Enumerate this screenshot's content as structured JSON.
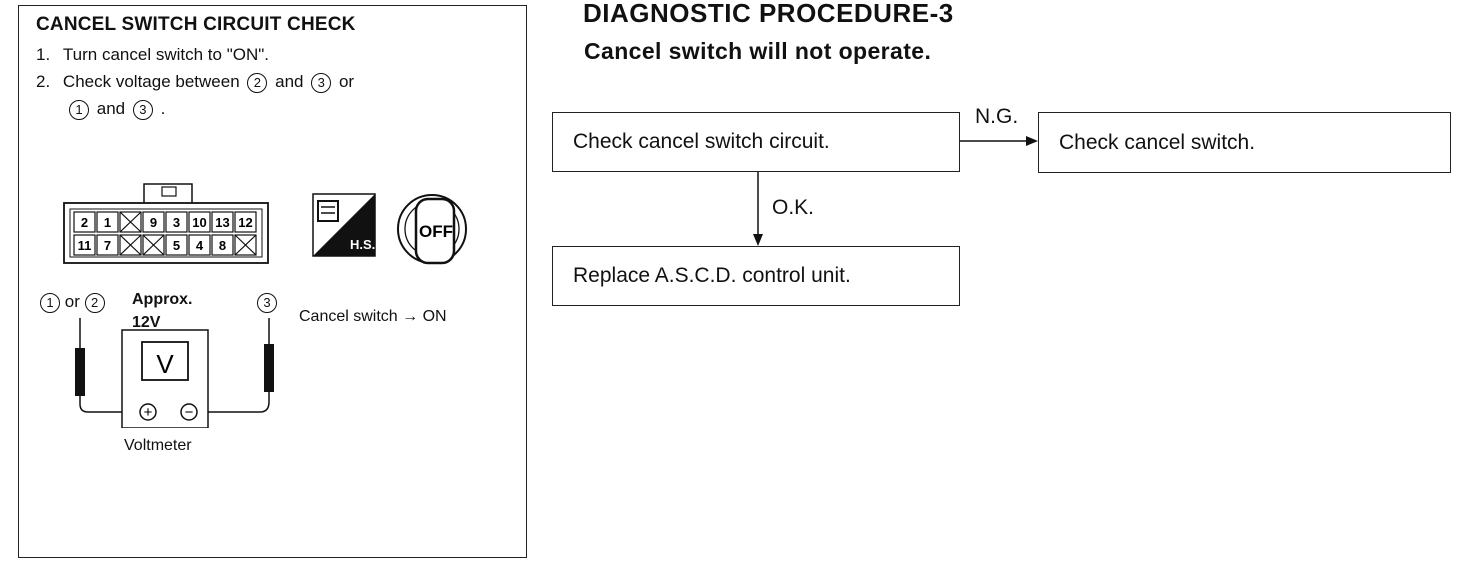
{
  "panel": {
    "title": "CANCEL SWITCH CIRCUIT CHECK",
    "step1_num": "1.",
    "step1_text": "Turn cancel switch to \"ON\".",
    "step2_num": "2.",
    "step2_a": "Check voltage between",
    "step2_b": "and",
    "step2_c": "or",
    "step2_d": "and",
    "step2_e": ".",
    "n1": "1",
    "n2": "2",
    "n3": "3",
    "connector_top": [
      "2",
      "1",
      "",
      "9",
      "3",
      "10",
      "13",
      "12"
    ],
    "connector_bottom": [
      "11",
      "7",
      "",
      "",
      "5",
      "4",
      "8",
      ""
    ],
    "hs_label": "H.S.",
    "off_label": "OFF",
    "probe_left_or": "or",
    "approx": "Approx.",
    "volts": "12V",
    "cancel_on": "Cancel switch → ON",
    "meter_letter": "V",
    "plus": "+",
    "minus": "−",
    "voltmeter": "Voltmeter"
  },
  "procedure": {
    "title": "DIAGNOSTIC PROCEDURE-3",
    "subtitle": "Cancel switch will not operate.",
    "box_check_circuit": "Check cancel switch circuit.",
    "box_check_switch": "Check cancel switch.",
    "box_replace": "Replace A.S.C.D. control unit.",
    "label_ng": "N.G.",
    "label_ok": "O.K."
  }
}
